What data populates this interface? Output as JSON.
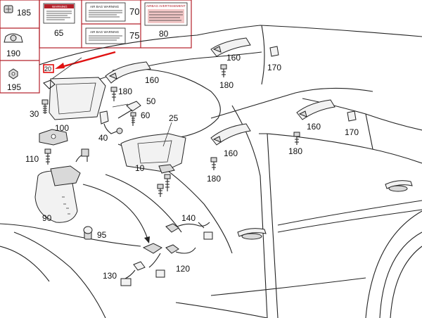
{
  "labels": {
    "p185": "185",
    "p190": "190",
    "p195": "195",
    "p65": "65",
    "p70": "70",
    "p75": "75",
    "p80": "80",
    "p20": "20",
    "p30": "30",
    "p100": "100",
    "p110": "110",
    "p90": "90",
    "p95": "95",
    "p10": "10",
    "p25": "25",
    "p40": "40",
    "p50": "50",
    "p60": "60",
    "p180a": "180",
    "p180b": "180",
    "p180c": "180",
    "p180d": "180",
    "p160a": "160",
    "p160b": "160",
    "p160c": "160",
    "p160d": "160",
    "p170a": "170",
    "p170b": "170",
    "p130": "130",
    "p120": "120",
    "p140": "140"
  },
  "stickers": {
    "warning": "WARNING",
    "air_bag_warning": "AIR BAG WARNING",
    "airbag_avertissement": "AIRBAG AVERTISSEMENT"
  },
  "colors": {
    "frame": "#b5202a",
    "callout_arrow": "#e01010",
    "line": "#222222"
  }
}
